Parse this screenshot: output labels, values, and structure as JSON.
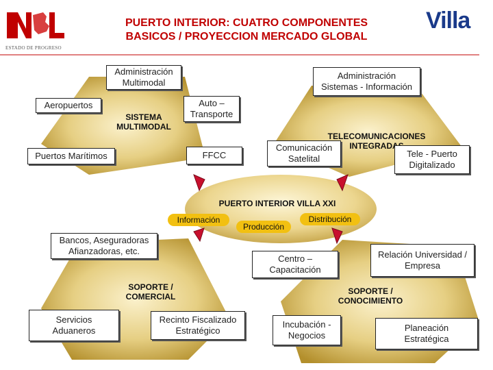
{
  "header": {
    "title": "PUERTO INTERIOR: CUATRO COMPONENTES\nBASICOS / PROYECCION MERCADO GLOBAL",
    "logo_left_text": "ESTADO DE PROGRESO",
    "logo_left_letters": "NL",
    "logo_right_text": "Villa"
  },
  "top_left": {
    "header_box": "Administración\nMultimodal",
    "center_label": "SISTEMA\nMULTIMODAL",
    "items": [
      "Aeropuertos",
      "Auto –\nTransporte",
      "Puertos Marítimos",
      "FFCC"
    ]
  },
  "top_right": {
    "header_box": "Administración\nSistemas - Información",
    "center_label": "TELECOMUNICACIONES\nINTEGRADAS",
    "items": [
      "Comunicación\nSatelital",
      "Tele - Puerto\nDigitalizado"
    ]
  },
  "center": {
    "title": "PUERTO INTERIOR VILLA XXI",
    "pills": [
      "Información",
      "Producción",
      "Distribución"
    ]
  },
  "bottom_left": {
    "header_box": "Bancos, Aseguradoras\nAfianzadoras, etc.",
    "center_label": "SOPORTE /\nCOMERCIAL",
    "items": [
      "Servicios\nAduaneros",
      "Recinto Fiscalizado\nEstratégico"
    ]
  },
  "bottom_right": {
    "header_box": "Relación Universidad /\nEmpresa",
    "center_label": "SOPORTE /\nCONOCIMIENTO",
    "items": [
      "Centro –\nCapacitación",
      "Incubación -\nNegocios",
      "Planeación\nEstratégica"
    ]
  },
  "colors": {
    "title": "#c00000",
    "gold_light": "#f6e7b4",
    "gold_dark": "#b8952e",
    "arrow_red": "#c8102e",
    "logo_blue": "#1a3a8a"
  }
}
